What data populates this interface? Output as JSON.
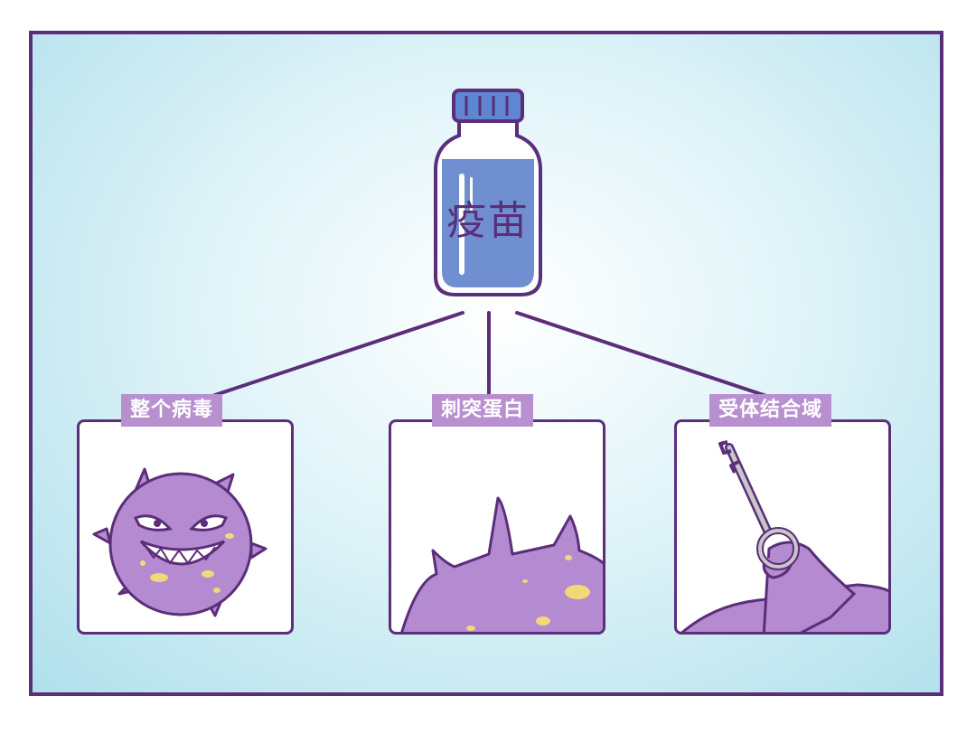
{
  "bottle": {
    "label": "疫苗"
  },
  "panels": [
    {
      "label": "整个病毒",
      "icon": "virus-icon"
    },
    {
      "label": "刺突蛋白",
      "icon": "spike-protein-icon"
    },
    {
      "label": "受体结合域",
      "icon": "key-receptor-icon"
    }
  ],
  "colors": {
    "border": "#5b2e7a",
    "tag": "#b890d0",
    "virus": "#b48ad0",
    "liquid": "#6f8fd0",
    "background": "#b0e0ec"
  }
}
